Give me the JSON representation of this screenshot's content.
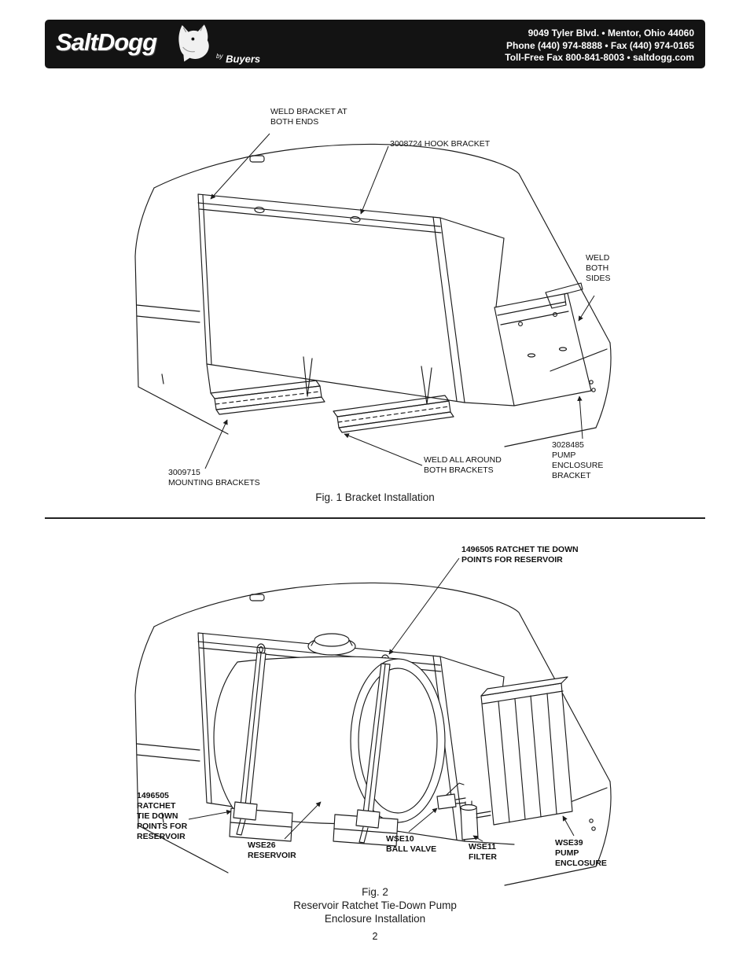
{
  "header": {
    "logo_text": "SaltDogg",
    "logo_by": "by",
    "logo_sub": "Buyers",
    "address_line1": "9049 Tyler Blvd. • Mentor, Ohio 44060",
    "address_line2": "Phone (440) 974-8888 • Fax (440) 974-0165",
    "address_line3": "Toll-Free Fax 800-841-8003 • saltdogg.com"
  },
  "fig1": {
    "labels": {
      "weld_bracket_both_ends": "WELD BRACKET AT\nBOTH ENDS",
      "hook_bracket": "3008724 HOOK BRACKET",
      "weld_both_sides": "WELD\nBOTH\nSIDES",
      "pump_enclosure_bracket": "3028485\nPUMP\nENCLOSURE\nBRACKET",
      "weld_all_around": "WELD ALL AROUND\nBOTH BRACKETS",
      "mounting_brackets": "3009715\nMOUNTING BRACKETS"
    },
    "caption": "Fig. 1 Bracket Installation"
  },
  "fig2": {
    "labels": {
      "ratchet_top": "1496505 RATCHET TIE DOWN\nPOINTS FOR RESERVOIR",
      "ratchet_left": "1496505\nRATCHET\nTIE DOWN\nPOINTS FOR\nRESERVOIR",
      "reservoir": "WSE26\nRESERVOIR",
      "ball_valve": "WSE10\nBALL VALVE",
      "filter": "WSE11\nFILTER",
      "pump_enclosure": "WSE39\nPUMP\nENCLOSURE"
    },
    "caption": "Fig. 2\nReservoir Ratchet Tie-Down Pump\nEnclosure Installation"
  },
  "footer": {
    "page_number": "2"
  }
}
